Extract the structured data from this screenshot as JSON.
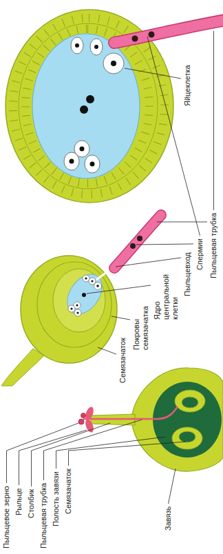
{
  "diagram": {
    "labels": [
      "Пыльцевое зерно",
      "Рыльце",
      "Столбик",
      "Пыльцевая трубка",
      "Полость завязи",
      "Семязачаток",
      "Завязь",
      "Семязачаток",
      "Покровы семязачатка",
      "Ядро центральной клетки",
      "Пыльцевход",
      "Спермии",
      "Пыльцевая трубка",
      "Яйцеклетка"
    ]
  }
}
